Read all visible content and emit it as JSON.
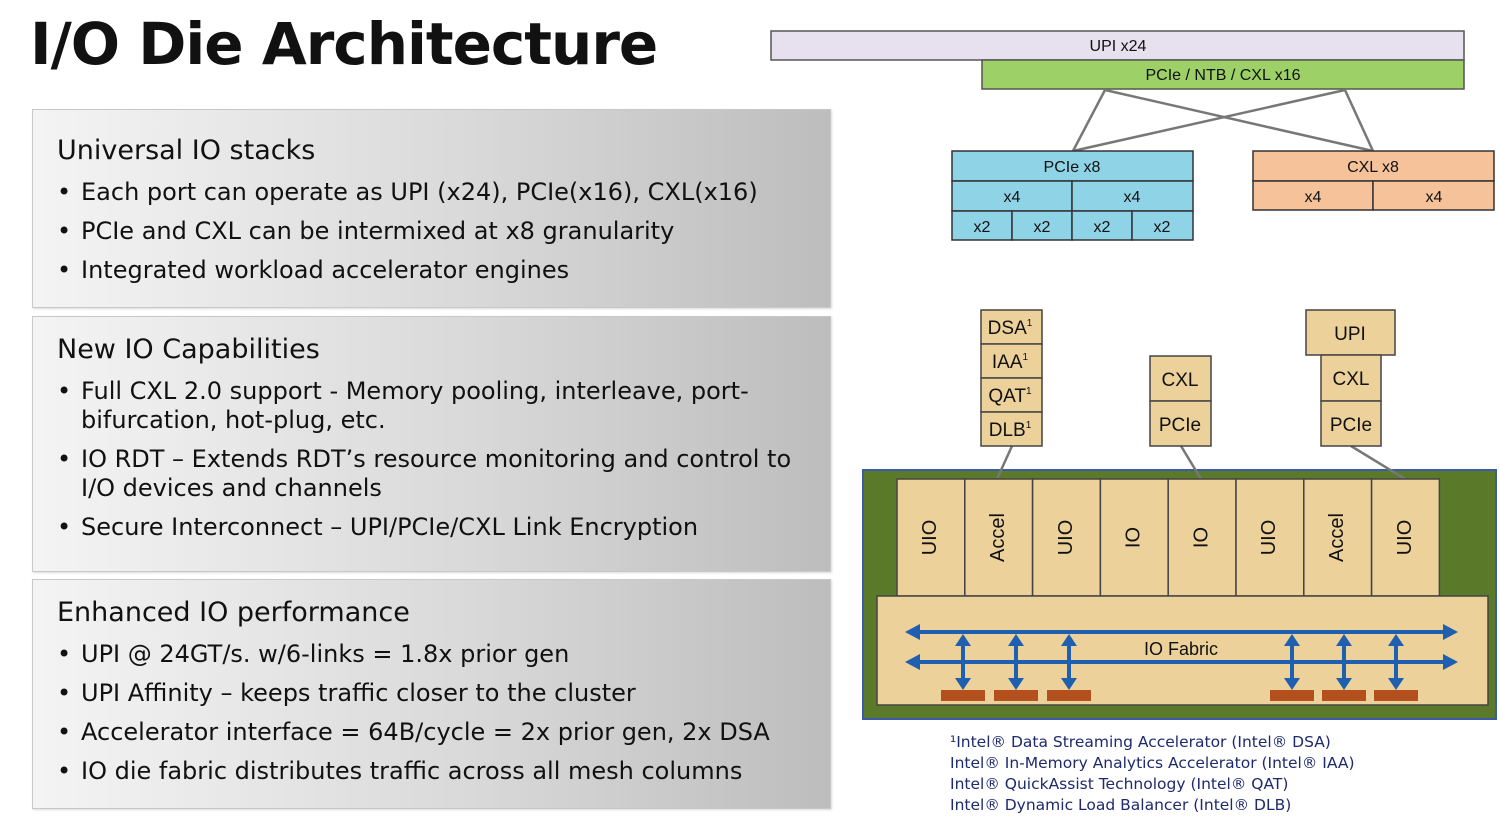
{
  "title": "I/O Die Architecture",
  "panels": [
    {
      "heading": "Universal IO stacks",
      "bullets": [
        "Each port can operate as UPI (x24), PCIe(x16), CXL(x16)",
        "PCIe and CXL can be intermixed at x8 granularity",
        "Integrated workload accelerator engines"
      ]
    },
    {
      "heading": "New IO Capabilities",
      "bullets": [
        "Full CXL 2.0 support - Memory pooling, interleave, port-bifurcation, hot-plug, etc.",
        "IO RDT – Extends RDT’s resource monitoring and control to I/O devices and channels",
        "Secure Interconnect – UPI/PCIe/CXL Link Encryption"
      ]
    },
    {
      "heading": "Enhanced IO performance",
      "bullets": [
        "UPI @ 24GT/s.  w/6-links = 1.8x prior gen",
        "UPI Affinity – keeps traffic closer to the cluster",
        "Accelerator interface = 64B/cycle = 2x prior gen, 2x DSA",
        "IO die fabric distributes traffic across all mesh columns"
      ]
    }
  ],
  "diagram": {
    "upi_bar": "UPI x24",
    "pcie_bar": "PCIe / NTB / CXL x16",
    "pcie_x8": {
      "title": "PCIe x8",
      "x4": [
        "x4",
        "x4"
      ],
      "x2": [
        "x2",
        "x2",
        "x2",
        "x2"
      ]
    },
    "cxl_x8": {
      "title": "CXL x8",
      "x4": [
        "x4",
        "x4"
      ]
    },
    "accel_stack": [
      "DSA",
      "IAA",
      "QAT",
      "DLB"
    ],
    "accel_superscript": "1",
    "mid_stack": [
      "CXL",
      "PCIe"
    ],
    "right_stack": [
      "UPI",
      "CXL",
      "PCIe"
    ],
    "columns": [
      "UIO",
      "Accel",
      "UIO",
      "IO",
      "IO",
      "UIO",
      "Accel",
      "UIO"
    ],
    "fabric_label": "IO Fabric"
  },
  "footnotes": [
    "¹Intel® Data Streaming Accelerator (Intel® DSA)",
    "Intel® In-Memory Analytics Accelerator (Intel® IAA)",
    "Intel® QuickAssist Technology (Intel® QAT)",
    "Intel® Dynamic Load Balancer (Intel® DLB)"
  ],
  "colors": {
    "upi_bar": "#e6e0ef",
    "pcie_bar": "#9ed068",
    "pcie_box": "#8fd3e6",
    "cxl_box": "#f5c29a",
    "tan": "#ecd19b",
    "green_base": "#5a7a2a",
    "fabric_border": "#3a5ba8",
    "arrow": "#1f5fb0",
    "pad": "#b4501e",
    "footnote_text": "#1e2a6e"
  }
}
